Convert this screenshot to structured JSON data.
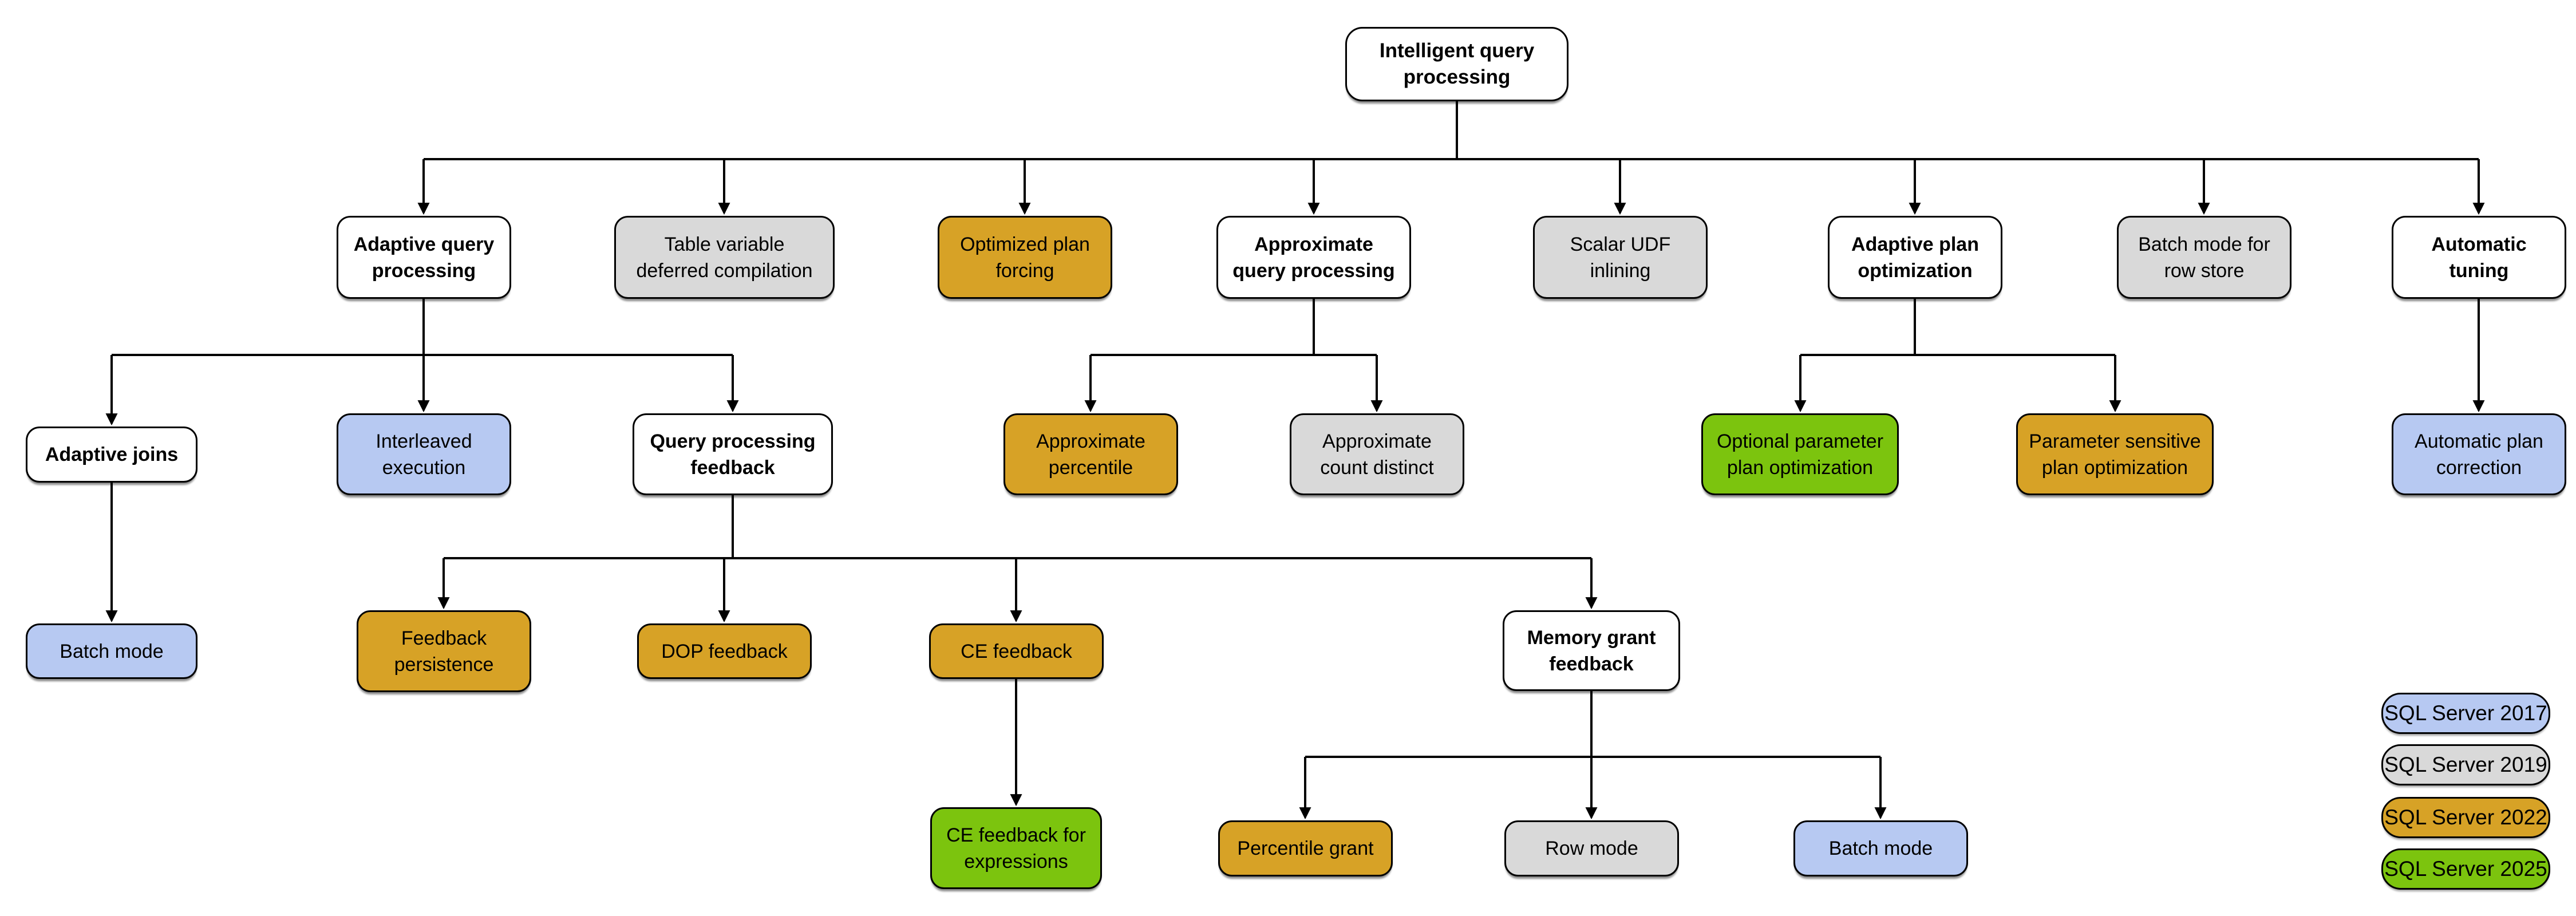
{
  "diagram": {
    "nodes": [
      {
        "id": "intelligent-query-processing",
        "label": "Intelligent query\nprocessing",
        "product": "category",
        "parent": null
      },
      {
        "id": "adaptive-query-processing",
        "label": "Adaptive query\nprocessing",
        "product": "category",
        "parent": "intelligent-query-processing"
      },
      {
        "id": "table-variable-deferred-compilation",
        "label": "Table variable\ndeferred compilation",
        "product": "sql2019",
        "parent": "intelligent-query-processing"
      },
      {
        "id": "optimized-plan-forcing",
        "label": "Optimized plan\nforcing",
        "product": "sql2022",
        "parent": "intelligent-query-processing"
      },
      {
        "id": "approximate-query-processing",
        "label": "Approximate\nquery processing",
        "product": "category",
        "parent": "intelligent-query-processing"
      },
      {
        "id": "scalar-udf-inlining",
        "label": "Scalar UDF\ninlining",
        "product": "sql2019",
        "parent": "intelligent-query-processing"
      },
      {
        "id": "adaptive-plan-optimization",
        "label": "Adaptive plan\noptimization",
        "product": "category",
        "parent": "intelligent-query-processing"
      },
      {
        "id": "batch-mode-for-row-store",
        "label": "Batch mode for\nrow store",
        "product": "sql2019",
        "parent": "intelligent-query-processing"
      },
      {
        "id": "automatic-tuning",
        "label": "Automatic\ntuning",
        "product": "category",
        "parent": "intelligent-query-processing"
      },
      {
        "id": "adaptive-joins",
        "label": "Adaptive joins",
        "product": "category",
        "parent": "adaptive-query-processing"
      },
      {
        "id": "interleaved-execution",
        "label": "Interleaved\nexecution",
        "product": "sql2017",
        "parent": "adaptive-query-processing"
      },
      {
        "id": "query-processing-feedback",
        "label": "Query processing\nfeedback",
        "product": "category",
        "parent": "adaptive-query-processing"
      },
      {
        "id": "approximate-percentile",
        "label": "Approximate\npercentile",
        "product": "sql2022",
        "parent": "approximate-query-processing"
      },
      {
        "id": "approximate-count-distinct",
        "label": "Approximate\ncount distinct",
        "product": "sql2019",
        "parent": "approximate-query-processing"
      },
      {
        "id": "optional-parameter-plan-optimization",
        "label": "Optional parameter\nplan optimization",
        "product": "sql2025",
        "parent": "adaptive-plan-optimization"
      },
      {
        "id": "parameter-sensitive-plan-optimization",
        "label": "Parameter sensitive\nplan optimization",
        "product": "sql2022",
        "parent": "adaptive-plan-optimization"
      },
      {
        "id": "automatic-plan-correction",
        "label": "Automatic plan\ncorrection",
        "product": "sql2017",
        "parent": "automatic-tuning"
      },
      {
        "id": "batch-mode-adaptive-joins",
        "label": "Batch mode",
        "product": "sql2017",
        "parent": "adaptive-joins"
      },
      {
        "id": "feedback-persistence",
        "label": "Feedback\npersistence",
        "product": "sql2022",
        "parent": "query-processing-feedback"
      },
      {
        "id": "dop-feedback",
        "label": "DOP feedback",
        "product": "sql2022",
        "parent": "query-processing-feedback"
      },
      {
        "id": "ce-feedback",
        "label": "CE feedback",
        "product": "sql2022",
        "parent": "query-processing-feedback"
      },
      {
        "id": "memory-grant-feedback",
        "label": "Memory grant\nfeedback",
        "product": "category",
        "parent": "query-processing-feedback"
      },
      {
        "id": "ce-feedback-for-expressions",
        "label": "CE feedback for\nexpressions",
        "product": "sql2025",
        "parent": "ce-feedback"
      },
      {
        "id": "percentile-grant",
        "label": "Percentile grant",
        "product": "sql2022",
        "parent": "memory-grant-feedback"
      },
      {
        "id": "row-mode",
        "label": "Row mode",
        "product": "sql2019",
        "parent": "memory-grant-feedback"
      },
      {
        "id": "batch-mode-memory-grant",
        "label": "Batch mode",
        "product": "sql2017",
        "parent": "memory-grant-feedback"
      }
    ]
  },
  "legend": {
    "items": [
      {
        "label": "SQL Server 2017",
        "product": "sql2017"
      },
      {
        "label": "SQL Server 2019",
        "product": "sql2019"
      },
      {
        "label": "SQL Server 2022",
        "product": "sql2022"
      },
      {
        "label": "SQL Server 2025",
        "product": "sql2025"
      }
    ]
  },
  "colors": {
    "category": "#ffffff",
    "sql2017": "#b7c9f2",
    "sql2019": "#d9d9d9",
    "sql2022": "#d7a226",
    "sql2025": "#7cc40e",
    "line": "#000000"
  }
}
